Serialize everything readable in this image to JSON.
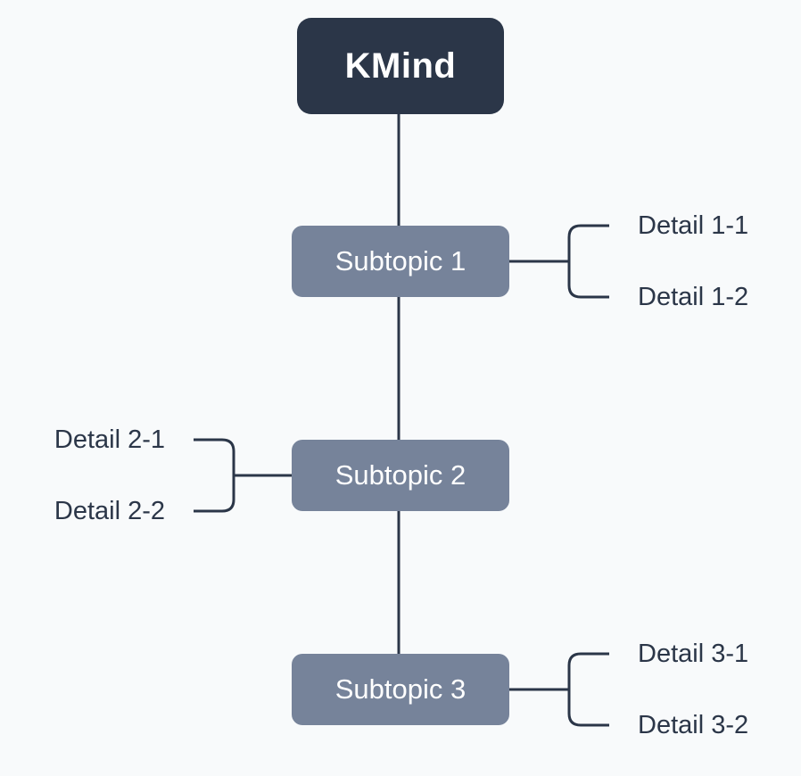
{
  "colors": {
    "background": "#f8fafb",
    "root_fill": "#2b3648",
    "subtopic_fill": "#76839a",
    "node_text": "#ffffff",
    "detail_text": "#2b3648",
    "line": "#2b3648"
  },
  "root": {
    "label": "KMind"
  },
  "subtopics": [
    {
      "label": "Subtopic 1",
      "side": "right",
      "details": [
        {
          "label": "Detail 1-1"
        },
        {
          "label": "Detail 1-2"
        }
      ]
    },
    {
      "label": "Subtopic 2",
      "side": "left",
      "details": [
        {
          "label": "Detail 2-1"
        },
        {
          "label": "Detail 2-2"
        }
      ]
    },
    {
      "label": "Subtopic 3",
      "side": "right",
      "details": [
        {
          "label": "Detail 3-1"
        },
        {
          "label": "Detail 3-2"
        }
      ]
    }
  ]
}
